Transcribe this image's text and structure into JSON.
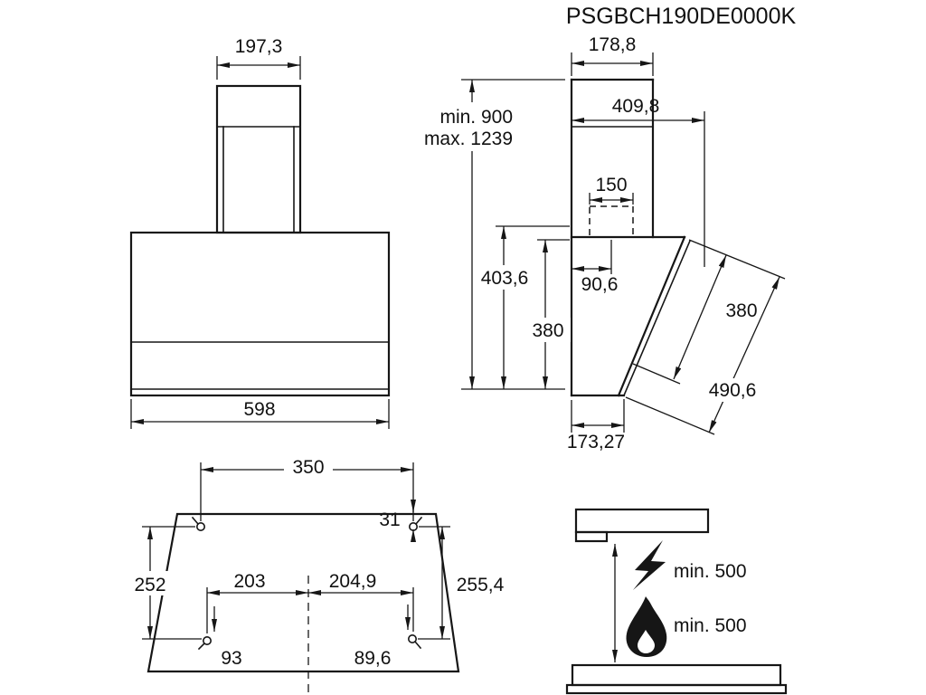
{
  "title": "PSGBCH190DE0000K",
  "front_view": {
    "chimney_width": "197,3",
    "body_width": "598"
  },
  "side_view": {
    "chimney_depth": "178,8",
    "height_min": "min. 900",
    "height_max": "max. 1239",
    "total_depth": "409,8",
    "duct_width": "150",
    "duct_offset": "90,6",
    "inner_height": "403,6",
    "front_height": "380",
    "glass_length": "380",
    "glass_diagonal": "490,6",
    "bottom_depth": "173,27"
  },
  "mounting_template": {
    "top_hole_spacing": "350",
    "top_hole_edge_offset": "31",
    "left_height": "252",
    "bottom_hole_left": "203",
    "bottom_hole_right": "204,9",
    "right_height": "255,4",
    "bottom_offset_left": "93",
    "bottom_offset_right": "89,6"
  },
  "clearance": {
    "electric_min": "min. 500",
    "gas_min": "min. 500"
  }
}
